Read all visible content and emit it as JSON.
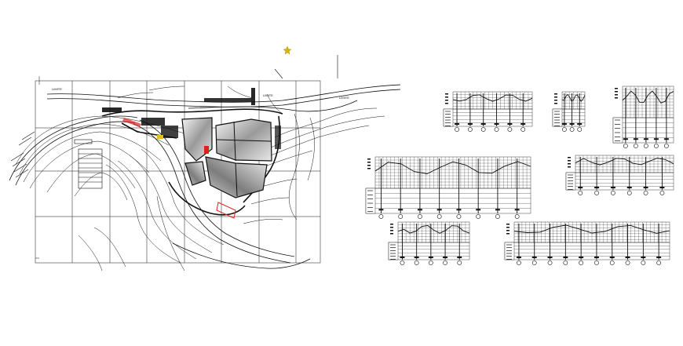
{
  "drawing": {
    "site_plan_labels": [
      "LIMITE",
      "LIMITE",
      "LIMITE"
    ],
    "colors": {
      "ink": "#111111",
      "paper": "#ffffff",
      "accent_red": "#e0201c",
      "accent_yellow": "#e2c11a",
      "marker_star": "#d8b300"
    }
  }
}
